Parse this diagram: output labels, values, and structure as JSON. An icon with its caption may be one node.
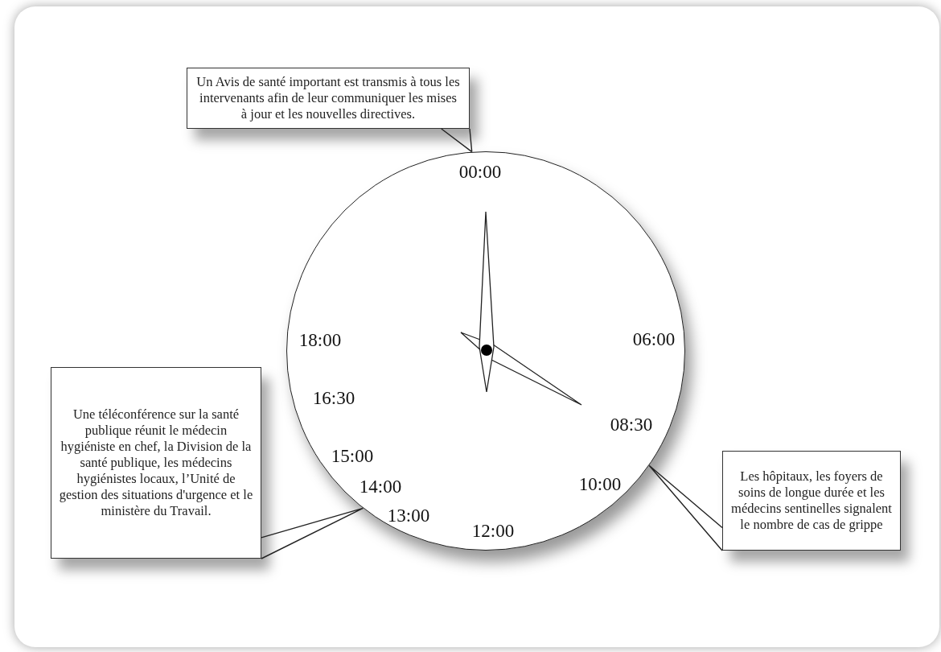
{
  "diagram": {
    "nodes": [
      {
        "text": [
          "Un Avis de santé important est transmis à tous les intervenants afin de leur communiquer les mises à jour et les nouvelles directives."
        ]
      },
      {
        "text": [
          "00:00",
          "06:00",
          "08:30",
          "10:00",
          "12:00",
          "13:00",
          "14:00",
          "15:00",
          "16:30",
          "18:00"
        ]
      },
      {
        "text": [
          "Une téléconférence sur la santé publique réunit le médecin hygiéniste en chef, la Division de la santé publique, les médecins hygiénistes locaux, l’Unité de gestion des situations d'urgence et le ministère du Travail."
        ]
      },
      {
        "text": [
          "Les hôpitaux, les foyers de soins de longue durée et les médecins sentinelles signalent le nombre de cas de grippe"
        ]
      }
    ],
    "edges": [
      {
        "from": 0,
        "to": 1,
        "arrow": "none"
      },
      {
        "from": 2,
        "to": 1,
        "arrow": "none"
      },
      {
        "from": 3,
        "to": 1,
        "arrow": "none"
      }
    ]
  }
}
